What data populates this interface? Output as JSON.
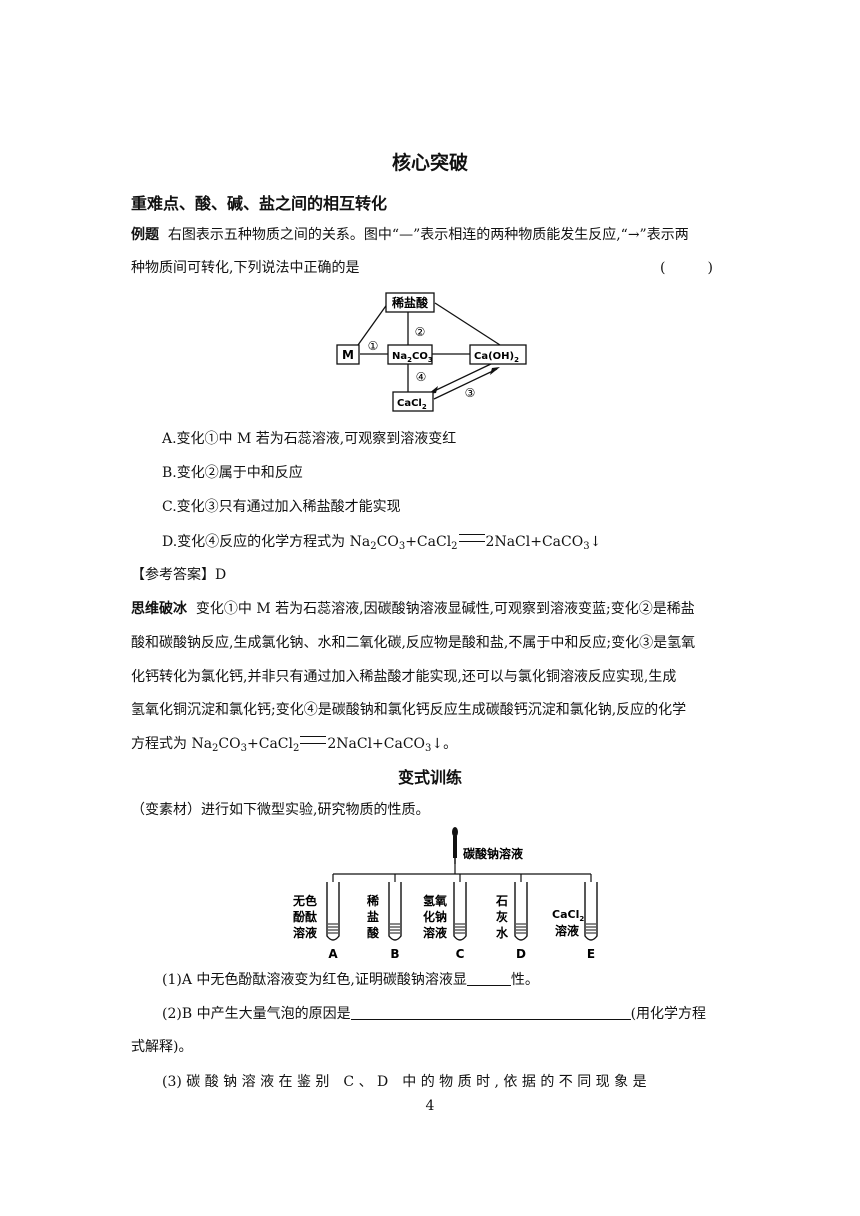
{
  "title": "核心突破",
  "section_heading": "重难点、酸、碱、盐之间的相互转化",
  "example": {
    "label": "例题",
    "line1": "右图表示五种物质之间的关系。图中“—”表示相连的两种物质能发生反应,“→”表示两",
    "line2": "种物质间可转化,下列说法中正确的是",
    "bracket": "(　　　)"
  },
  "diagram1": {
    "nodes": {
      "hcl": "稀盐酸",
      "m": "M",
      "na2co3_a": "Na",
      "na2co3_b": "2",
      "na2co3_c": "CO",
      "na2co3_d": "3",
      "caoh2_a": "Ca(OH)",
      "caoh2_b": "2",
      "cacl2_a": "CaCl",
      "cacl2_b": "2"
    },
    "labels": [
      "①",
      "②",
      "③",
      "④"
    ]
  },
  "options": {
    "a": "A.变化①中 M 若为石蕊溶液,可观察到溶液变红",
    "b": "B.变化②属于中和反应",
    "c": "C.变化③只有通过加入稀盐酸才能实现",
    "d_prefix": "D.变化④反应的化学方程式为 Na",
    "d_eq": [
      "2",
      "CO",
      "3",
      "+CaCl",
      "2",
      "2NaCl+CaCO",
      "3",
      "↓"
    ]
  },
  "answer": "【参考答案】D",
  "analysis": {
    "label": "思维破冰",
    "line1": "变化①中 M 若为石蕊溶液,因碳酸钠溶液显碱性,可观察到溶液变蓝;变化②是稀盐",
    "line2": "酸和碳酸钠反应,生成氯化钠、水和二氧化碳,反应物是酸和盐,不属于中和反应;变化③是氢氧",
    "line3": "化钙转化为氯化钙,并非只有通过加入稀盐酸才能实现,还可以与氯化铜溶液反应实现,生成",
    "line4": "氢氧化铜沉淀和氯化钙;变化④是碳酸钠和氯化钙反应生成碳酸钙沉淀和氯化钠,反应的化学",
    "line5_prefix": "方程式为 Na",
    "line5_eq": [
      "2",
      "CO",
      "3",
      "+CaCl",
      "2",
      "2NaCl+CaCO",
      "3",
      "↓。"
    ]
  },
  "variant_title": "变式训练",
  "variant_intro": "（变素材）进行如下微型实验,研究物质的性质。",
  "diagram2": {
    "dropper_label": "碳酸钠溶液",
    "tubes": [
      {
        "lines": [
          "无色",
          "酚酞",
          "溶液"
        ],
        "letter": "A"
      },
      {
        "lines": [
          "稀",
          "盐",
          "酸"
        ],
        "letter": "B"
      },
      {
        "lines": [
          "氢氧",
          "化钠",
          "溶液"
        ],
        "letter": "C"
      },
      {
        "lines": [
          "石",
          "灰",
          "水"
        ],
        "letter": "D"
      },
      {
        "lines": [
          "CaCl",
          "溶液"
        ],
        "sub": "2",
        "letter": "E"
      }
    ]
  },
  "questions": {
    "q1_a": "(1)A 中无色酚酞溶液变为红色,证明碳酸钠溶液显",
    "q1_b": "性。",
    "q2_a": "(2)B 中产生大量气泡的原因是",
    "q2_b": "(用化学方程",
    "q2_c": "式解释)。",
    "q3": "(3) 碳 酸 钠 溶 液 在 鉴 别　C 、 D　中 的 物 质 时 , 依 据 的 不 同 现 象 是"
  },
  "page_number": "4"
}
